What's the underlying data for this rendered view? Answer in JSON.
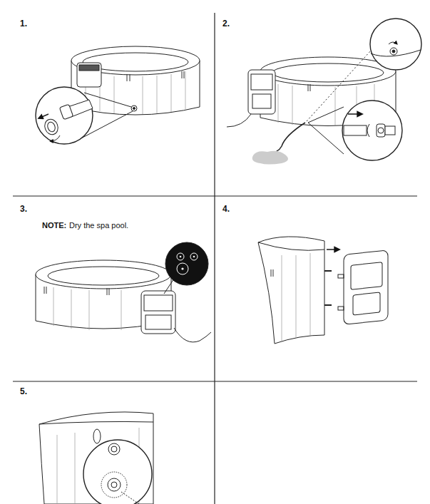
{
  "diagram": {
    "labels": [
      "1.",
      "2.",
      "3.",
      "NOTE:",
      "Dry the spa pool.",
      "4.",
      "5."
    ]
  }
}
